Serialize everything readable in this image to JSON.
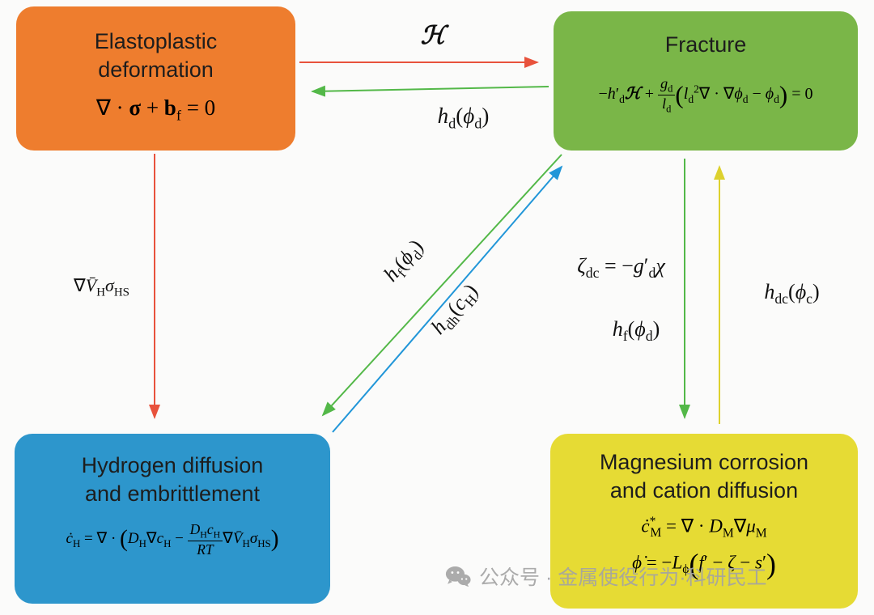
{
  "colors": {
    "box-orange": "#ee7d2e",
    "box-green": "#7ab648",
    "box-blue": "#2d96cc",
    "box-yellow": "#e6db34",
    "arrow-red": "#e8523c",
    "arrow-green": "#53b848",
    "arrow-blue": "#2196d8",
    "arrow-yellow": "#ddd12e",
    "title-text": "#1d1d1d",
    "watermark-gray": "#a3a3a3"
  },
  "boxes": {
    "elastoplastic": {
      "title_html": "Elastoplastic<br>deformation",
      "equation_html": "∇ · <b>σ</b> + <b>b</b><sub>f</sub> = 0"
    },
    "fracture": {
      "title_html": "Fracture",
      "equation_html": "−<i>h</i>′<sub>d</sub><b><i>ℋ</i></b> + <span class='frac'><span class='num'><i>g</i><sub>d</sub></span><span class='den'><i>l</i><sub>d</sub></span></span><span class='paren'>(</span><i>l</i><sub>d</sub><sup>2</sup>∇ · ∇<i>ϕ</i><sub>d</sub> − <i>ϕ</i><sub>d</sub><span class='paren'>)</span> = 0"
    },
    "hydrogen": {
      "title_html": "Hydrogen diffusion<br>and embrittlement",
      "equation_html": "<i>ċ</i><sub>H</sub> = ∇ · <span class='paren'>(</span><i>D</i><sub>H</sub>∇<i>c</i><sub>H</sub> − <span class='frac'><span class='num'><i>D</i><sub>H</sub><i>c</i><sub>H</sub></span><span class='den'><i>RT</i></span></span>∇<i>V̄</i><sub>H</sub><i>σ</i><sub>HS</sub><span class='paren'>)</span>"
    },
    "magnesium": {
      "title_html": "Magnesium corrosion<br>and cation diffusion",
      "equation1_html": "<i>ċ</i><sup>*</sup><sub class='tight'>M</sub> = ∇ · <i>D</i><sub>M</sub>∇<i>μ</i><sub>M</sub>",
      "equation2_html": "<i>ϕ̇</i> = −<i>L</i><sub>ϕ</sub><span class='paren'>(</span><i>f</i>′ − <i>ζ</i> − <i>s</i>′<span class='paren'>)</span>"
    }
  },
  "arrow_labels": {
    "history_field": "<b><i>ℋ</i></b>",
    "h_d": "<i>h</i><sub>d</sub>(<i>ϕ</i><sub>d</sub>)",
    "grad_v": "∇<i>V̄</i><sub>H</sub><i>σ</i><sub>HS</sub>",
    "h_f_left": "<i>h</i><sub>f</sub>(<i>ϕ</i><sub>d</sub>)",
    "h_dh": "<i>h</i><sub>dh</sub>(<i>c</i><sub>H</sub>)",
    "zeta_dc": "<i>ζ</i><sub>dc</sub> = −<i>g</i>′<sub>d</sub><i>χ</i>",
    "h_f_right": "<i>h</i><sub>f</sub>(<i>ϕ</i><sub>d</sub>)",
    "h_dc": "<i>h</i><sub>dc</sub>(<i>ϕ</i><sub>c</sub>)"
  },
  "watermark": {
    "text": "公众号 · 金属使役行为·科研民工"
  }
}
